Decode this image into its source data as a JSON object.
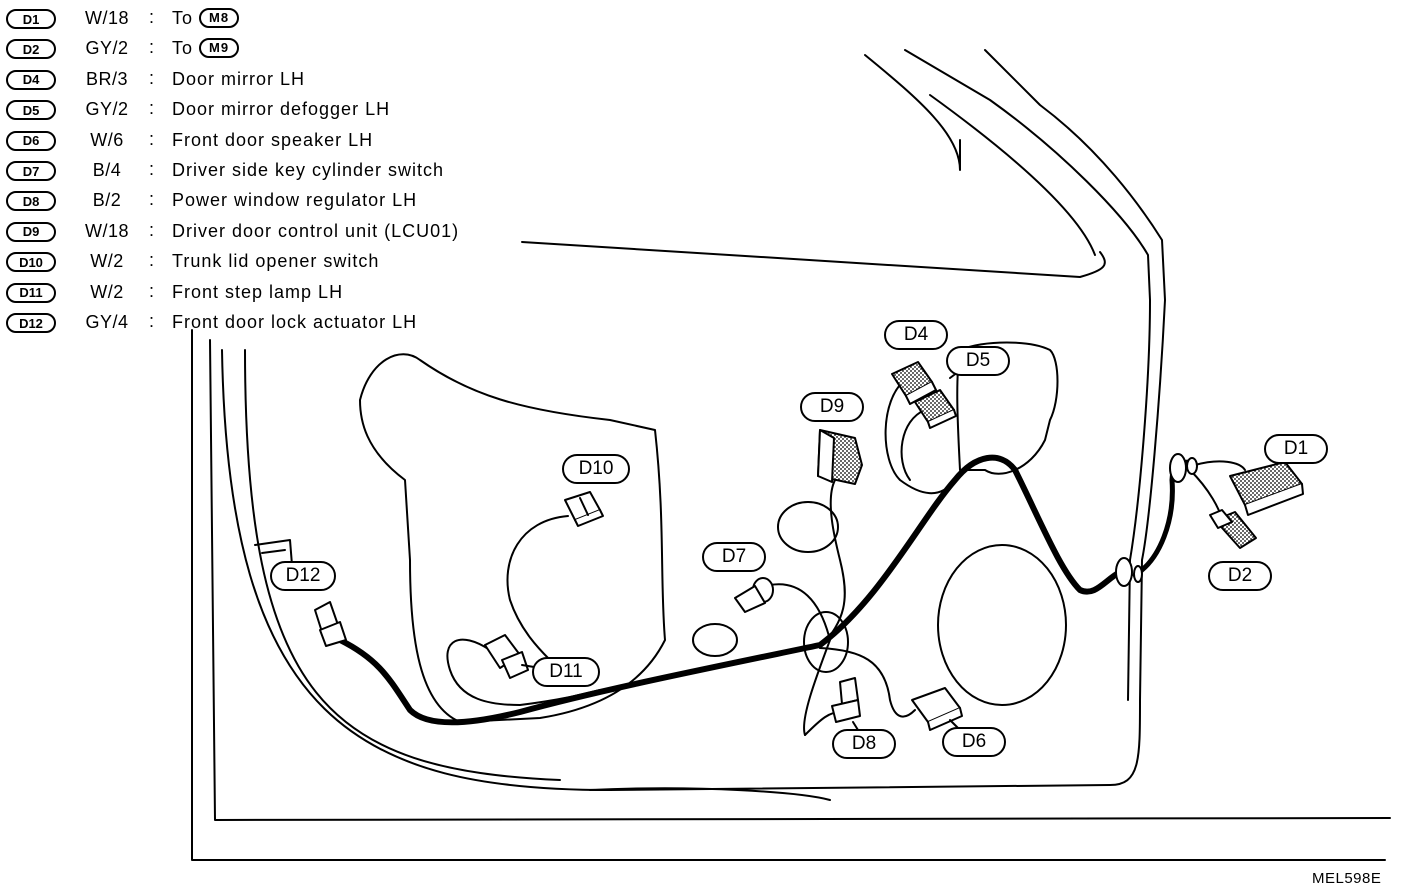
{
  "legend": [
    {
      "id": "D1",
      "code": "W/18",
      "desc": "To",
      "to": "M8"
    },
    {
      "id": "D2",
      "code": "GY/2",
      "desc": "To",
      "to": "M9"
    },
    {
      "id": "D4",
      "code": "BR/3",
      "desc": "Door mirror LH"
    },
    {
      "id": "D5",
      "code": "GY/2",
      "desc": "Door mirror defogger LH"
    },
    {
      "id": "D6",
      "code": "W/6",
      "desc": "Front door speaker LH"
    },
    {
      "id": "D7",
      "code": "B/4",
      "desc": "Driver side key cylinder switch"
    },
    {
      "id": "D8",
      "code": "B/2",
      "desc": "Power window regulator LH"
    },
    {
      "id": "D9",
      "code": "W/18",
      "desc": "Driver door control unit (LCU01)"
    },
    {
      "id": "D10",
      "code": "W/2",
      "desc": "Trunk lid opener switch"
    },
    {
      "id": "D11",
      "code": "W/2",
      "desc": "Front step lamp LH"
    },
    {
      "id": "D12",
      "code": "GY/4",
      "desc": "Front door lock actuator LH"
    }
  ],
  "separator": ":",
  "callouts": {
    "d1": "D1",
    "d2": "D2",
    "d4": "D4",
    "d5": "D5",
    "d6": "D6",
    "d7": "D7",
    "d8": "D8",
    "d9": "D9",
    "d10": "D10",
    "d11": "D11",
    "d12": "D12"
  },
  "figure_code": "MEL598E"
}
